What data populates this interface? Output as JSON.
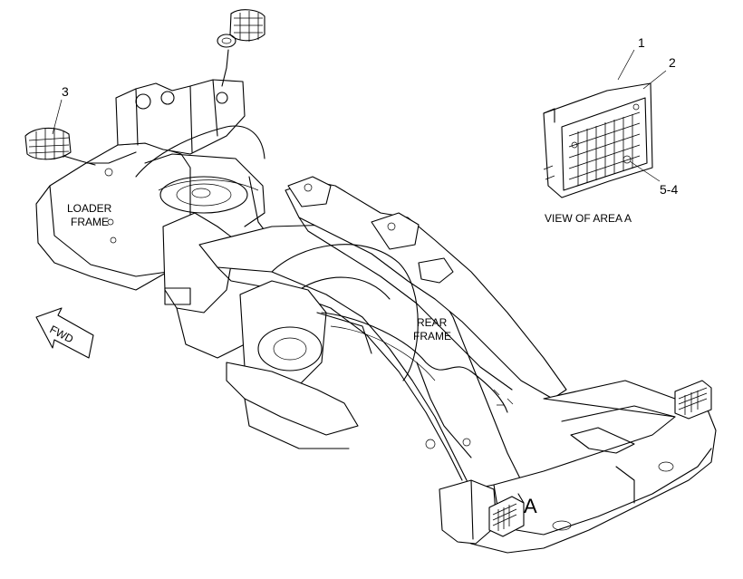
{
  "labels": {
    "callout_1": "1",
    "callout_2": "2",
    "callout_3": "3",
    "callout_5_4": "5-4",
    "view_of_area": "VIEW OF AREA A",
    "loader_frame_line1": "LOADER",
    "loader_frame_line2": "FRAME",
    "rear_frame_line1": "REAR",
    "rear_frame_line2": "FRAME",
    "area_marker": "A",
    "fwd_arrow": "FWD"
  }
}
